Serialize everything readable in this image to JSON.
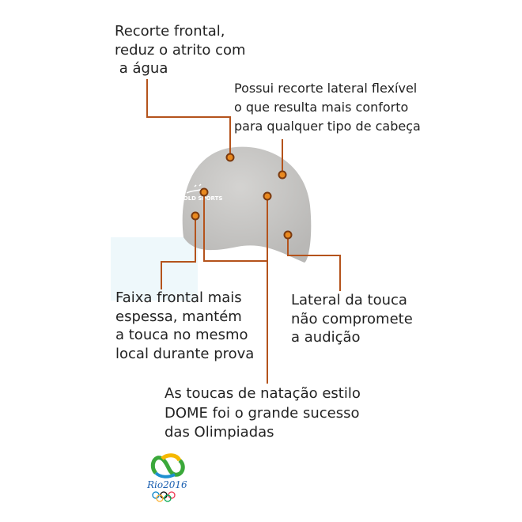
{
  "annotations": {
    "frontal_cut": "Recorte frontal,\nreduz o atrito com\n a água",
    "side_cut": "Possui recorte lateral flexível\no que resulta mais conforto\npara qualquer tipo de cabeça",
    "front_band": "Faixa frontal mais\nespessa, mantém\na touca no mesmo\nlocal durante prova",
    "side_hearing": "Lateral da touca\nnão compromete\na audição",
    "dome_success": "As toucas de natação estilo\nDOME foi o grande sucesso\ndas Olimpiadas"
  },
  "product": {
    "brand_print": "GOLD SPORTS"
  },
  "logo": {
    "text": "Rio2016"
  },
  "colors": {
    "leader_line": "#b4531c",
    "dot": "#e9891f",
    "cap": "#c9c8c6"
  }
}
